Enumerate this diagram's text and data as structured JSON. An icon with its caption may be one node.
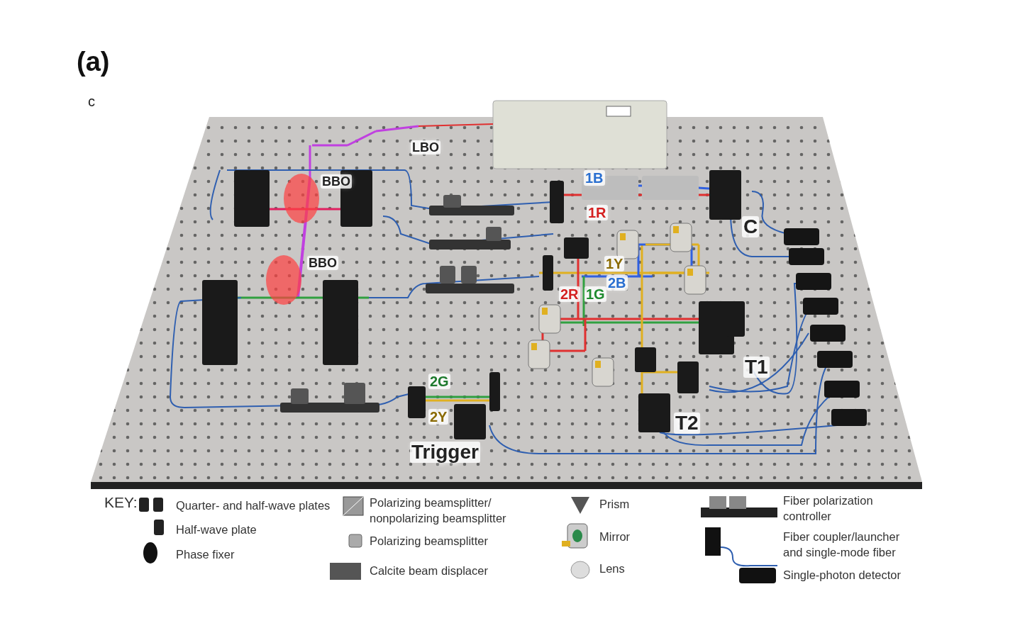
{
  "diagram": {
    "labels": [
      "(a)",
      "c",
      "LBO",
      "BBO",
      "1B",
      "1R",
      "C",
      "BBO",
      "1Y",
      "2B",
      "2R",
      "1G",
      "T1",
      "2G",
      "2Y",
      "T2",
      "Trigger",
      "KEY:"
    ],
    "legend": [
      {
        "text": "Quarter- and half-wave plates"
      },
      {
        "text": "Half-wave plate"
      },
      {
        "text": "Phase fixer"
      },
      {
        "text": "Polarizing beamsplitter/ nonpolarizing beamsplitter"
      },
      {
        "text": "Polarizing beamsplitter"
      },
      {
        "text": "Calcite beam displacer"
      },
      {
        "text": "Prism"
      },
      {
        "text": "Mirror"
      },
      {
        "text": "Lens"
      },
      {
        "text": "Fiber polarization controller"
      },
      {
        "text": "Fiber coupler/launcher and single-mode fiber"
      },
      {
        "text": "Single-photon detector"
      }
    ]
  }
}
